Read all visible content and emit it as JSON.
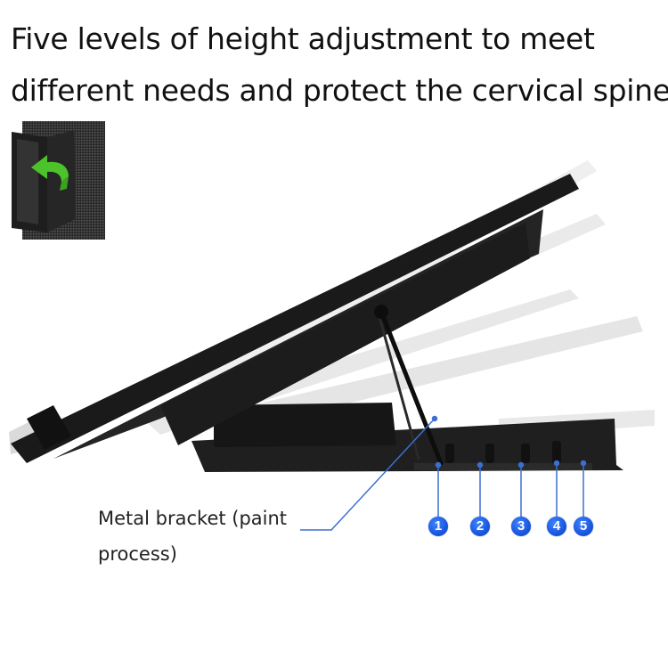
{
  "headline": {
    "line1": "Five levels of height adjustment to meet",
    "line2": "different needs and protect the cervical spine"
  },
  "inset": {
    "icon": "green-rotate-arrow-icon",
    "description": "close-up of bracket slot with green arrow"
  },
  "product": {
    "icon": "laptop-cooling-stand"
  },
  "callout": {
    "label_line1": "Metal bracket (paint",
    "label_line2": "process)",
    "leader_color": "#3b6fd1"
  },
  "levels": [
    {
      "number": "1"
    },
    {
      "number": "2"
    },
    {
      "number": "3"
    },
    {
      "number": "4"
    },
    {
      "number": "5"
    }
  ],
  "colors": {
    "badge_blue": "#1a56e0",
    "arrow_green": "#4cc32a",
    "stand_black": "#1b1b1b",
    "ghost_gray": "#cfcfcf"
  }
}
